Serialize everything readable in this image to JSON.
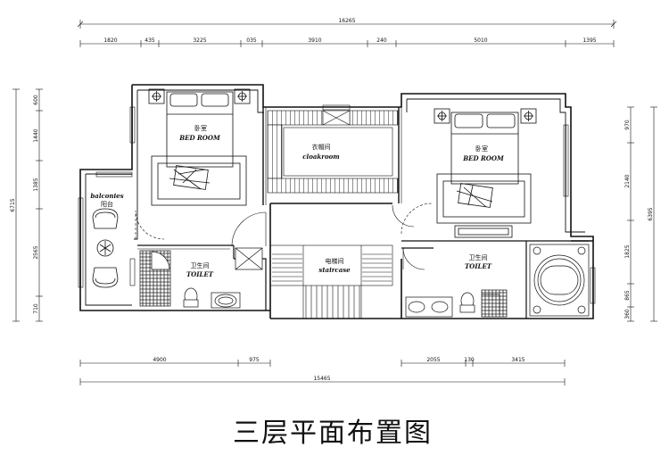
{
  "title": "三层平面布置图",
  "dims": {
    "top_total": "16265",
    "top": [
      "1820",
      "435",
      "3225",
      "035",
      "3910",
      "240",
      "5010",
      "1395"
    ],
    "bottom_total": "15465",
    "bottom_left": [
      "4900",
      "975"
    ],
    "bottom_right": [
      "2055",
      "130",
      "3415"
    ],
    "left_total": "6715",
    "left": [
      "600",
      "1440",
      "1385",
      "2565",
      "710"
    ],
    "right_total": "6395",
    "right": [
      "970",
      "2140",
      "1825",
      "865",
      "360"
    ]
  },
  "rooms": {
    "bedroom_left": {
      "cn": "卧室",
      "en": "BED ROOM"
    },
    "cloakroom": {
      "cn": "衣帽间",
      "en": "cloakroom"
    },
    "bedroom_right": {
      "cn": "卧室",
      "en": "BED ROOM"
    },
    "balcony": {
      "en": "balconies",
      "cn": "阳台"
    },
    "toilet_left": {
      "cn": "卫生间",
      "en": "TOILET"
    },
    "staircase": {
      "cn": "电梯间",
      "en": "staircase"
    },
    "toilet_right": {
      "cn": "卫生间",
      "en": "TOILET"
    }
  }
}
